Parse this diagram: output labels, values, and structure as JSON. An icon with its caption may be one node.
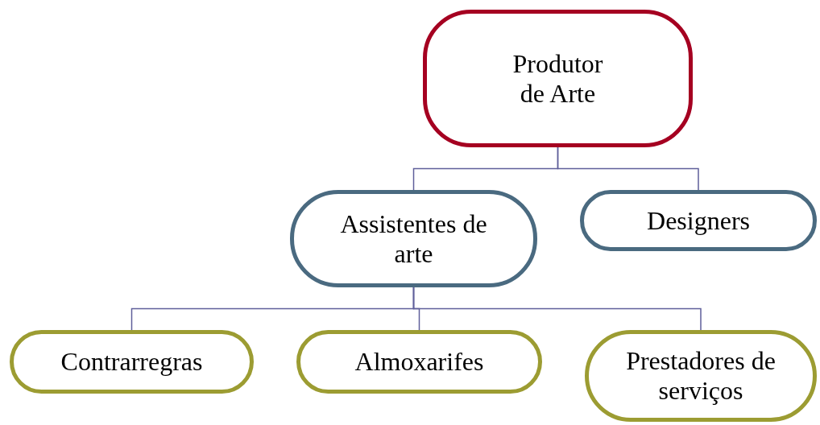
{
  "diagram": {
    "nodes": [
      {
        "text": [
          "Produtor de Arte"
        ]
      },
      {
        "text": [
          "Assistentes de arte"
        ]
      },
      {
        "text": [
          "Designers"
        ]
      },
      {
        "text": [
          "Contrarregras"
        ]
      },
      {
        "text": [
          "Almoxarifes"
        ]
      },
      {
        "text": [
          "Prestadores de serviços"
        ]
      }
    ],
    "edges": [
      {
        "from": 0,
        "to": 1,
        "arrow": "none"
      },
      {
        "from": 0,
        "to": 2,
        "arrow": "none"
      },
      {
        "from": 1,
        "to": 3,
        "arrow": "none"
      },
      {
        "from": 1,
        "to": 4,
        "arrow": "none"
      },
      {
        "from": 1,
        "to": 5,
        "arrow": "none"
      }
    ]
  }
}
